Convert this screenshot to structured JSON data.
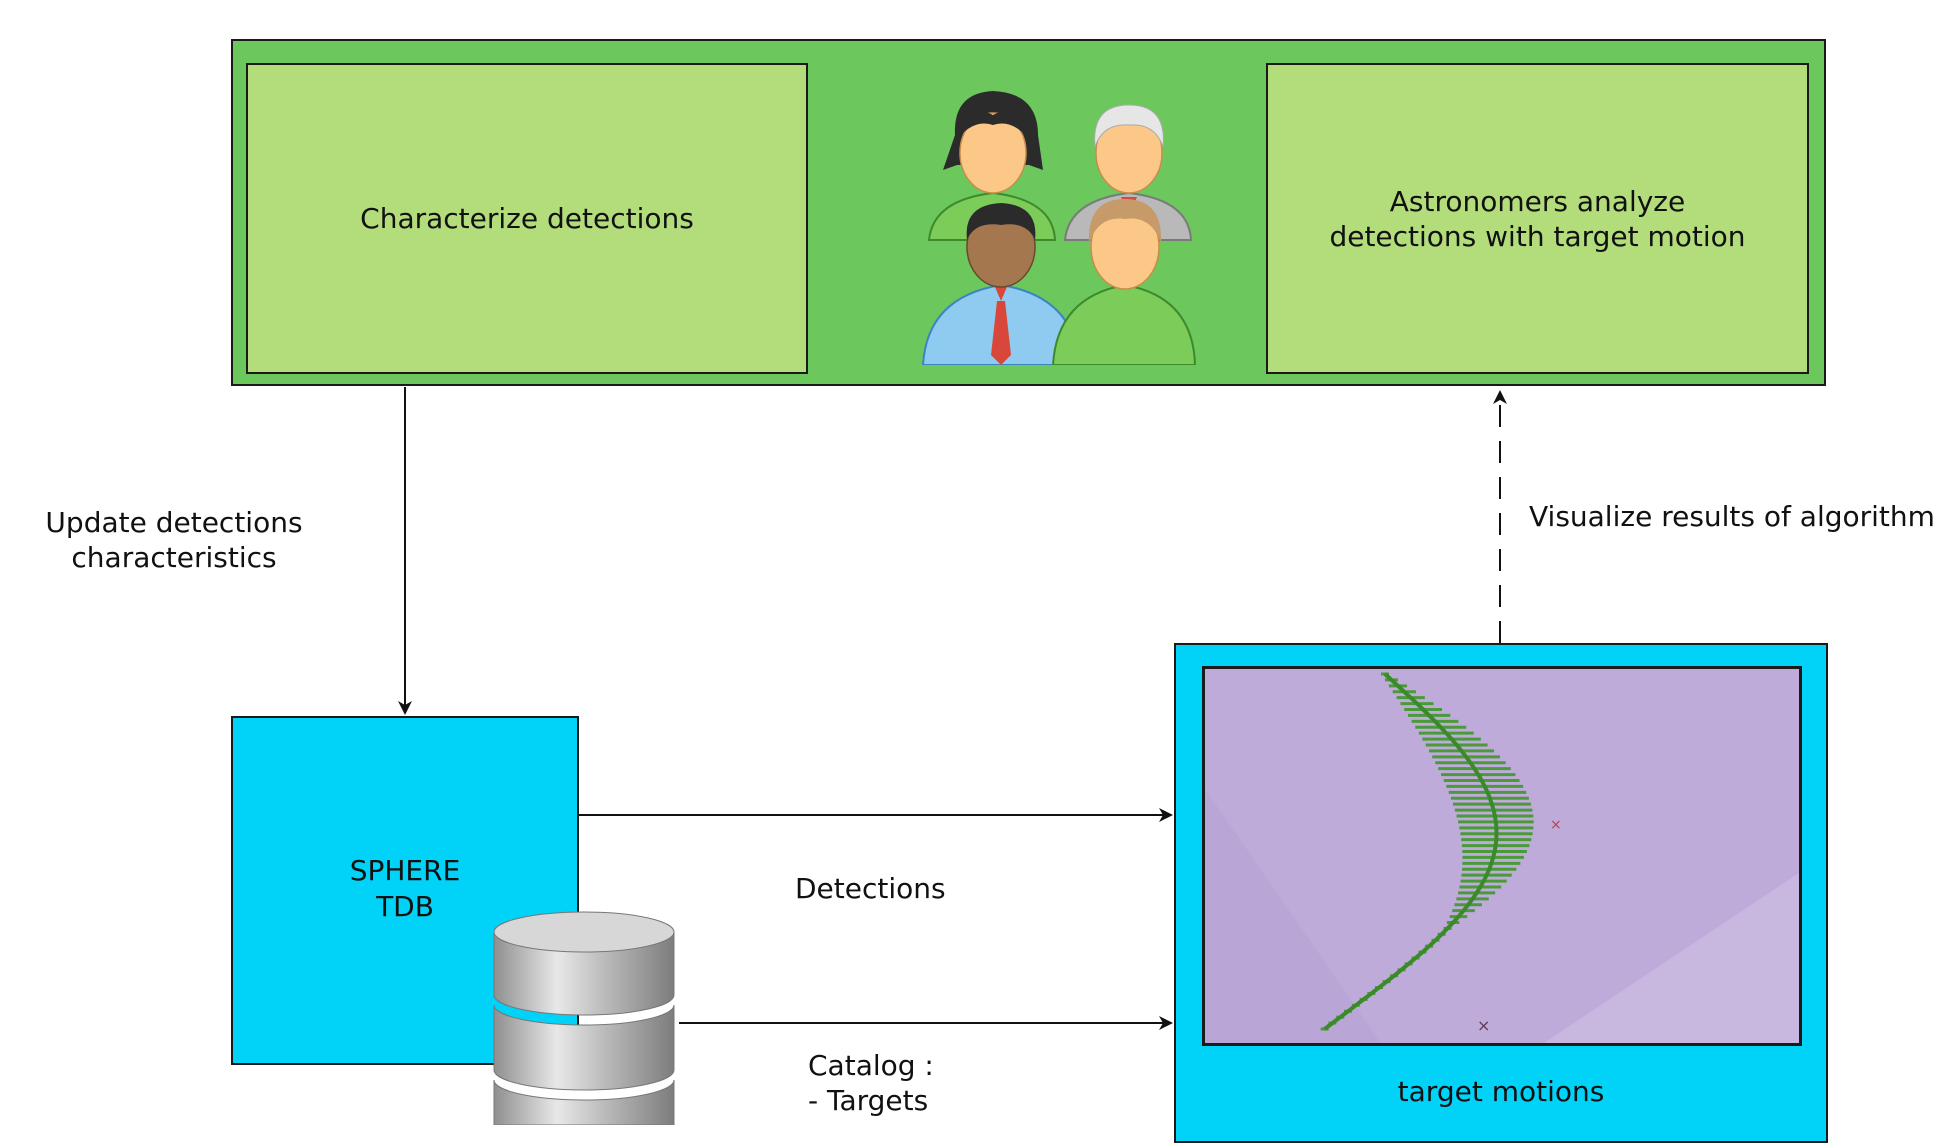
{
  "top_panel": {
    "left_box": "Characterize detections",
    "right_box_line1": "Astronomers analyze",
    "right_box_line2": "detections with target motion",
    "people_icons": [
      "woman-dark-hair-icon",
      "older-man-icon",
      "man-dark-skin-tie-icon",
      "woman-light-hair-icon"
    ]
  },
  "edges": {
    "update_line1": "Update detections",
    "update_line2": "characteristics",
    "visualize": "Visualize results of algorithm",
    "detections": "Detections",
    "catalog_line1": "Catalog :",
    "catalog_line2": "- Targets"
  },
  "sphere": {
    "line1": "SPHERE",
    "line2": "TDB",
    "icon": "database-icon"
  },
  "motion": {
    "label": "target motions",
    "plot_icon": "motion-track-plot"
  },
  "colors": {
    "panel_green": "#6cc75c",
    "box_green": "#b3dd7b",
    "cyan": "#00d2f8",
    "plot_purple": "#c0afdb"
  }
}
